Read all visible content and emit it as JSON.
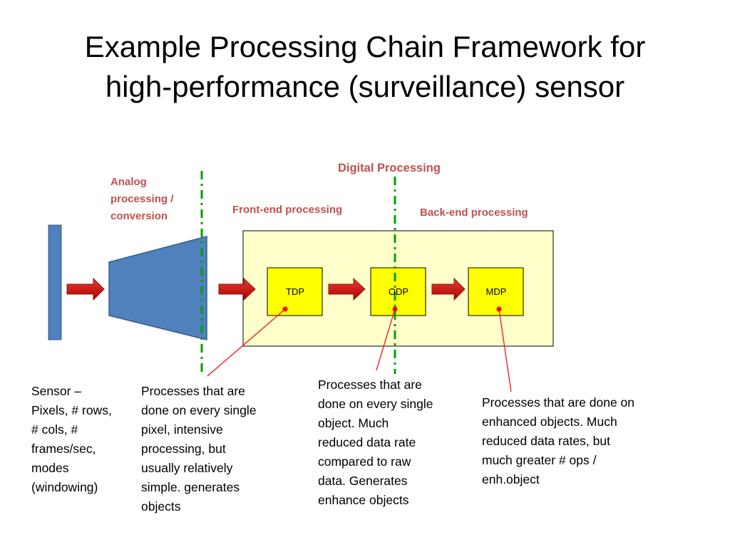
{
  "slide": {
    "title_line1": "Example Processing Chain Framework for",
    "title_line2": "high-performance (surveillance) sensor"
  },
  "labels": {
    "digital": "Digital Processing",
    "analog_line1": "Analog",
    "analog_line2": "processing /",
    "analog_line3": "conversion",
    "front_end": "Front-end processing",
    "back_end": "Back-end processing"
  },
  "boxes": {
    "tdp": "TDP",
    "odp": "ODP",
    "mdp": "MDP"
  },
  "notes": {
    "sensor": [
      "Sensor –",
      "Pixels, # rows,",
      "# cols, #",
      "frames/sec,",
      "modes",
      "(windowing)"
    ],
    "tdp": [
      "Processes that are",
      "done on every single",
      "pixel, intensive",
      "processing, but",
      "usually relatively",
      "simple.  generates",
      "objects"
    ],
    "odp": [
      "Processes that are",
      "done on every single",
      "object. Much",
      "reduced data rate",
      "compared to raw",
      "data.  Generates",
      "enhance objects"
    ],
    "mdp": [
      "Processes that are done on",
      "enhanced objects.  Much",
      "reduced data rates, but",
      "much greater # ops /",
      "enh.object"
    ]
  },
  "colors": {
    "label_red": "#c0504d",
    "sensor_blue": "#4f81bd",
    "panel_yellow": "#ffffcc",
    "box_yellow": "#ffff00",
    "arrow_red": "#c00000",
    "divider_green": "#00a000",
    "pointer_red": "#ff0000"
  }
}
